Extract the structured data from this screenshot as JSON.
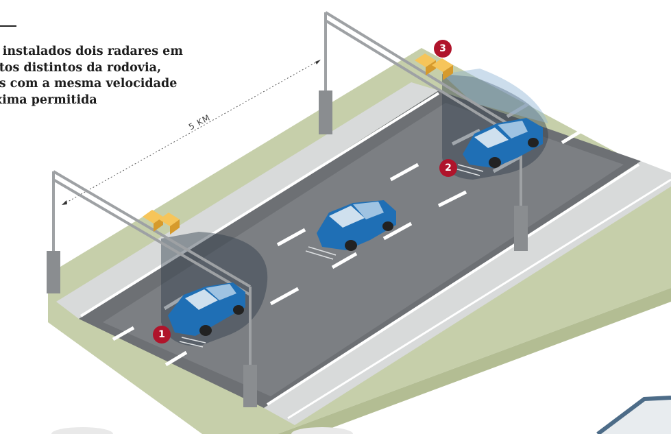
{
  "caption": {
    "lines": [
      "o instalados dois radares em",
      "ntos distintos da rodovia,",
      "ns com a mesma velocidade",
      "ixima permitida"
    ]
  },
  "distance_label": "5 KM",
  "markers": {
    "m1": "1",
    "m2": "2",
    "m3": "3"
  },
  "colors": {
    "grass": "#c6cfaa",
    "asphalt": "#6a6d71",
    "asphalt_light": "#7b7e82",
    "curb": "#d6d8d8",
    "marker": "#b0142b",
    "car": "#1f6fb5",
    "radar_beam": "#2f3c4a",
    "radar_box": "#f2b440"
  }
}
